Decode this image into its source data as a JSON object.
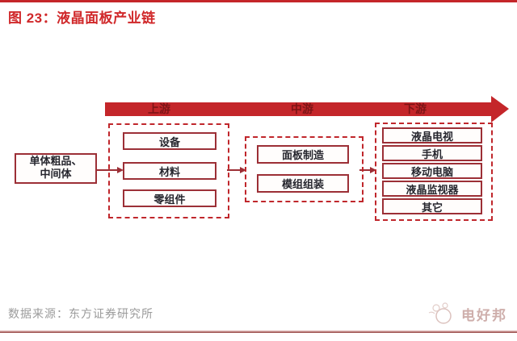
{
  "figure": {
    "title": "图 23：液晶面板产业链"
  },
  "stage_axis": {
    "stages": [
      "上游",
      "中游",
      "下游"
    ]
  },
  "nodes": {
    "source": {
      "line1": "单体粗品、",
      "line2": "中间体"
    },
    "upstream": [
      "设备",
      "材料",
      "零组件"
    ],
    "midstream": [
      "面板制造",
      "模组组装"
    ],
    "downstream": [
      "液晶电视",
      "手机",
      "移动电脑",
      "液晶监视器",
      "其它"
    ]
  },
  "footer": {
    "data_source": "数据来源：东方证券研究所",
    "watermark": "电好邦"
  },
  "colors": {
    "accent_red": "#c4262a",
    "dashed_border_red": "#c0272c",
    "node_border_red": "#9c2f36",
    "stage_label_red": "#7d1416",
    "source_text_gray": "#9b9b9b",
    "watermark_pink": "#c9a6a2"
  }
}
